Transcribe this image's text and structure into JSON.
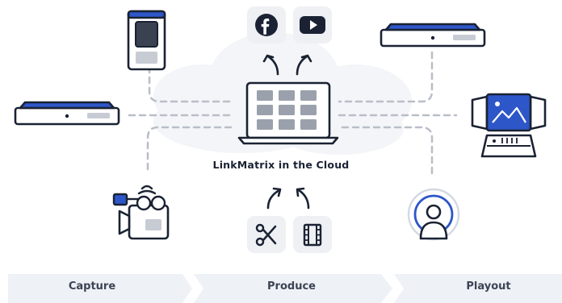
{
  "diagram": {
    "center_title": "LinkMatrix in the Cloud",
    "stages": [
      "Capture",
      "Produce",
      "Playout"
    ]
  },
  "colors": {
    "accent_blue": "#2d56c8",
    "outline": "#1a2233",
    "connector": "#b9bec8",
    "tile": "#eef0f4",
    "stage_bar": "#eef1f6"
  },
  "icons": [
    "facebook-icon",
    "youtube-icon",
    "scissors-icon",
    "film-icon",
    "person-broadcast-icon",
    "video-camera-icon",
    "rack-server-icon",
    "tablet-encoder-icon",
    "monitor-console-icon",
    "laptop-grid-icon"
  ]
}
